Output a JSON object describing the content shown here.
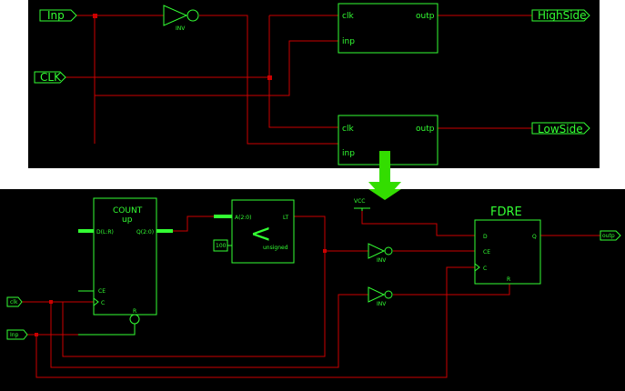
{
  "top": {
    "ports_in": [
      "Inp",
      "CLK"
    ],
    "ports_out": [
      "HighSide",
      "LowSide"
    ],
    "inverter_label": "INV",
    "block_pins": {
      "clk": "clk",
      "inp": "inp",
      "outp": "outp"
    }
  },
  "bottom": {
    "ports_in": [
      "clk",
      "Inp"
    ],
    "port_out": "outp",
    "counter": {
      "title": "COUNT",
      "subtitle": "up",
      "pin_d": "D(L:R)",
      "pin_q": "Q(2:0)",
      "pin_ce": "CE",
      "pin_c": "C",
      "pin_r": "R"
    },
    "comparator": {
      "pin_a": "A(2:0)",
      "pin_lt": "LT",
      "symbol": "<",
      "const": "100",
      "mode": "unsigned"
    },
    "vcc": "VCC",
    "inverter_label": "INV",
    "ff": {
      "title": "FDRE",
      "pin_d": "D",
      "pin_ce": "CE",
      "pin_c": "C",
      "pin_r": "R",
      "pin_q": "Q"
    }
  },
  "colors": {
    "background": "#000000",
    "component": "#33ff33",
    "wire": "#cc0000",
    "arrow": "#33dd00"
  }
}
